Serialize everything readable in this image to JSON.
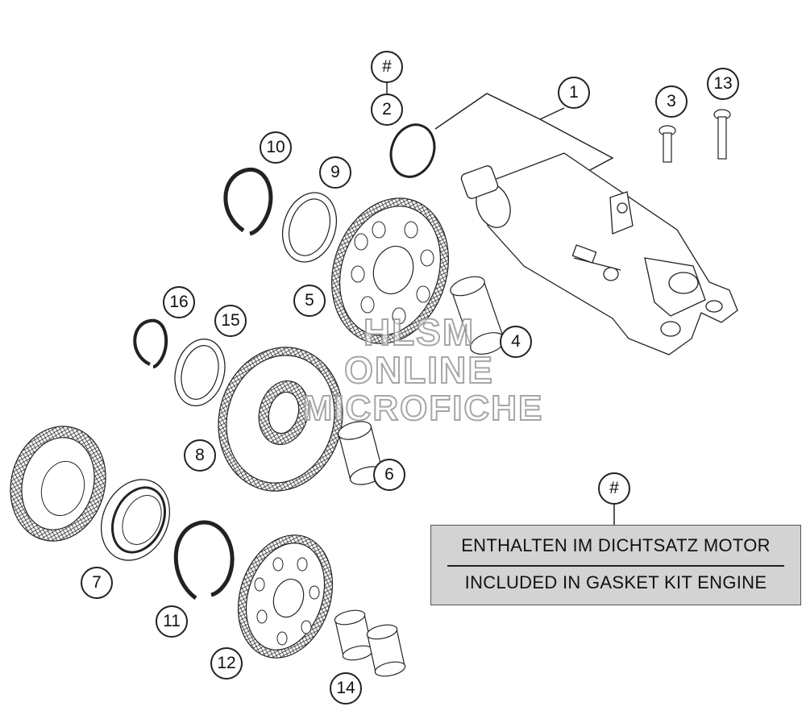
{
  "callouts": {
    "c1": "1",
    "c2_hash": "#",
    "c2": "2",
    "c3": "3",
    "c4": "4",
    "c5": "5",
    "c6": "6",
    "c7": "7",
    "c8": "8",
    "c9": "9",
    "c10": "10",
    "c11": "11",
    "c12": "12",
    "c13": "13",
    "c14": "14",
    "c15": "15",
    "c16": "16",
    "legend_hash": "#"
  },
  "legend": {
    "line_de": "ENTHALTEN IM DICHTSATZ MOTOR",
    "line_en": "INCLUDED IN GASKET KIT ENGINE"
  },
  "watermark": {
    "line1": "HLSM",
    "line2": "ONLINE",
    "line3": "MICROFICHE"
  },
  "colors": {
    "line": "#222222",
    "legend_fill": "#d3d3d3"
  }
}
